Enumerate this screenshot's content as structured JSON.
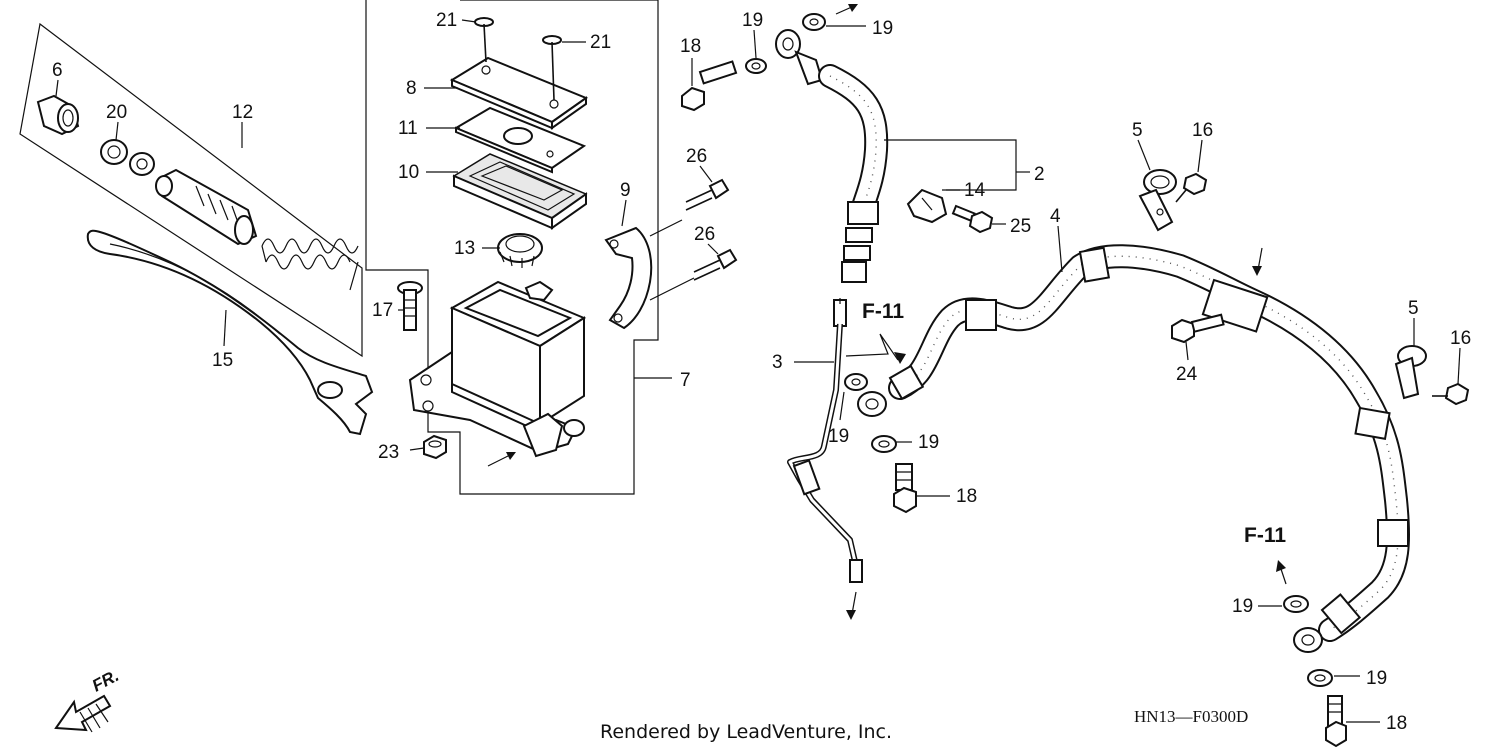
{
  "callouts": {
    "p2": "2",
    "p3": "3",
    "p4": "4",
    "p5a": "5",
    "p5b": "5",
    "p6": "6",
    "p7": "7",
    "p8": "8",
    "p9": "9",
    "p10": "10",
    "p11": "11",
    "p12": "12",
    "p13": "13",
    "p14": "14",
    "p15": "15",
    "p16a": "16",
    "p16b": "16",
    "p17": "17",
    "p18a": "18",
    "p18b": "18",
    "p18c": "18",
    "p19a": "19",
    "p19b": "19",
    "p19c": "19",
    "p19d": "19",
    "p19e": "19",
    "p19f": "19",
    "p20": "20",
    "p21a": "21",
    "p21b": "21",
    "p23": "23",
    "p24": "24",
    "p25": "25",
    "p26a": "26",
    "p26b": "26"
  },
  "references": {
    "ref_a": "F-11",
    "ref_b": "F-11"
  },
  "front_marker": "FR.",
  "diagram_code": "HN13—F0300D",
  "credit": "Rendered by LeadVenture, Inc.",
  "colors": {
    "line": "#111111",
    "background": "#ffffff"
  }
}
